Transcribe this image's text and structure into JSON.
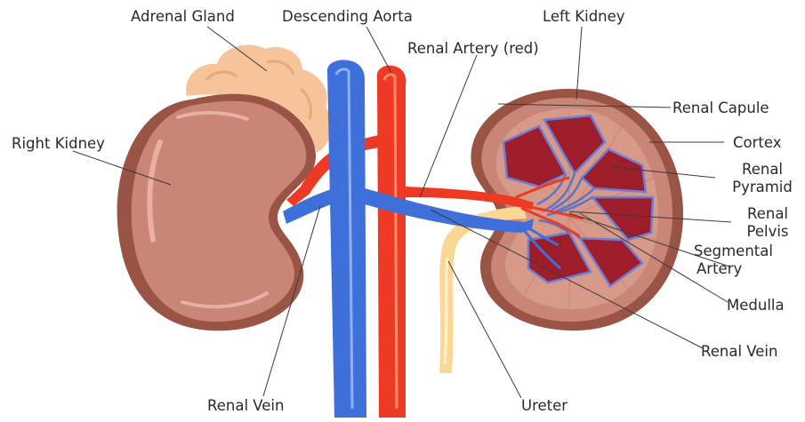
{
  "labels": {
    "adrenal_gland": "Adrenal Gland",
    "descending_aorta": "Descending Aorta",
    "left_kidney": "Left Kidney",
    "renal_artery": "Renal Artery (red)",
    "renal_capule": "Renal Capule",
    "right_kidney": "Right Kidney",
    "cortex": "Cortex",
    "renal_pyramid_1": "Renal",
    "renal_pyramid_2": "Pyramid",
    "renal_pelvis_1": "Renal",
    "renal_pelvis_2": "Pelvis",
    "segmental_artery_1": "Segmental",
    "segmental_artery_2": "Artery",
    "medulla": "Medulla",
    "renal_vein_right": "Renal Vein",
    "renal_vein_left": "Renal Vein",
    "ureter": "Ureter"
  },
  "colors": {
    "kidney_fill": "#c98576",
    "kidney_dark": "#a25a4c",
    "kidney_shadow": "#8f4a3e",
    "adrenal": "#f6c39a",
    "aorta": "#ee3a24",
    "vein": "#3f6fd9",
    "ureter": "#fbd796",
    "pyramid": "#9e1d2a",
    "pelvis_line": "#5a74c9"
  }
}
